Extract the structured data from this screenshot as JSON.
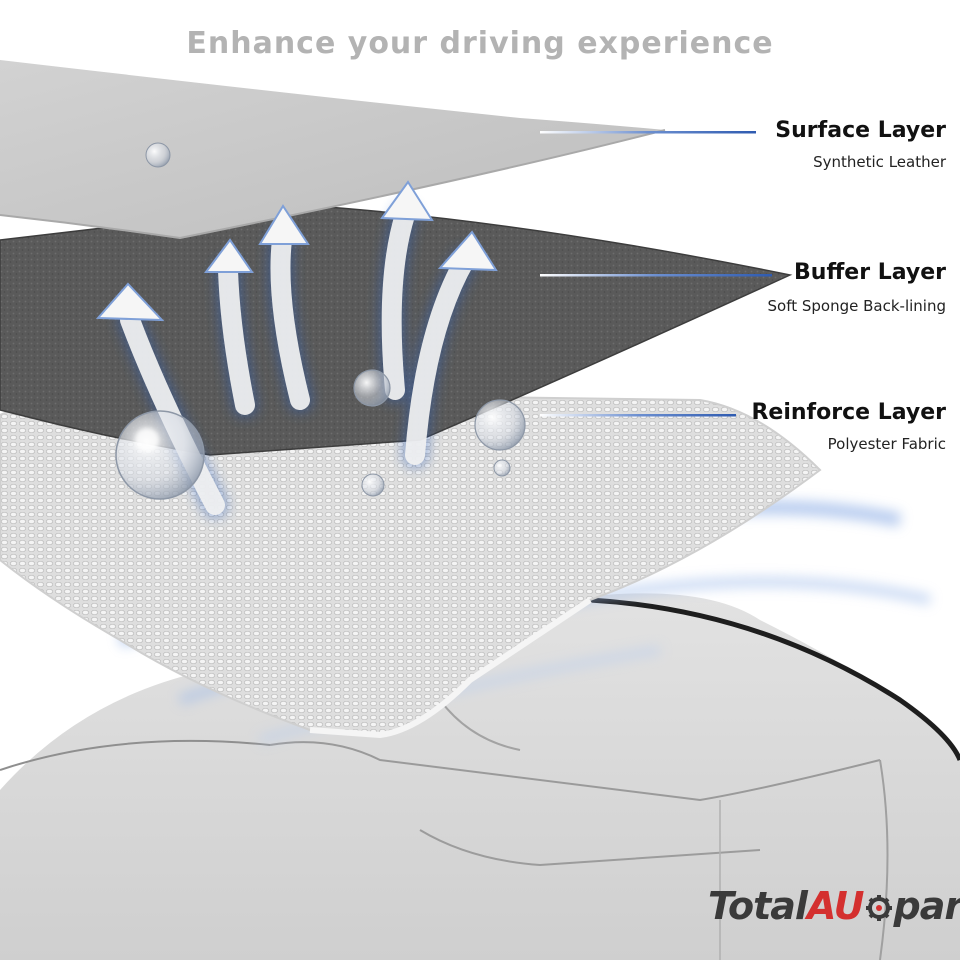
{
  "headline": "Enhance your driving experience",
  "layers": [
    {
      "title": "Surface Layer",
      "subtitle": "Synthetic Leather"
    },
    {
      "title": "Buffer Layer",
      "subtitle": "Soft Sponge Back-lining"
    },
    {
      "title": "Reinforce Layer",
      "subtitle": "Polyester Fabric"
    }
  ],
  "logo": {
    "part_a": "Total",
    "part_b": "AU",
    "part_c": "part",
    "mark": "gear-icon"
  },
  "colors": {
    "headline": "#b3b3b3",
    "surface_layer": "#c9c9c9",
    "buffer_layer": "#5c5c5c",
    "reinforce_layer": "#dcdcdc",
    "seat": "#d7d7d7",
    "airflow_glow": "#3f74c8",
    "callout_line": "#4a6fb5",
    "logo_red": "#d4302f",
    "logo_dark": "#3a3a3a"
  }
}
